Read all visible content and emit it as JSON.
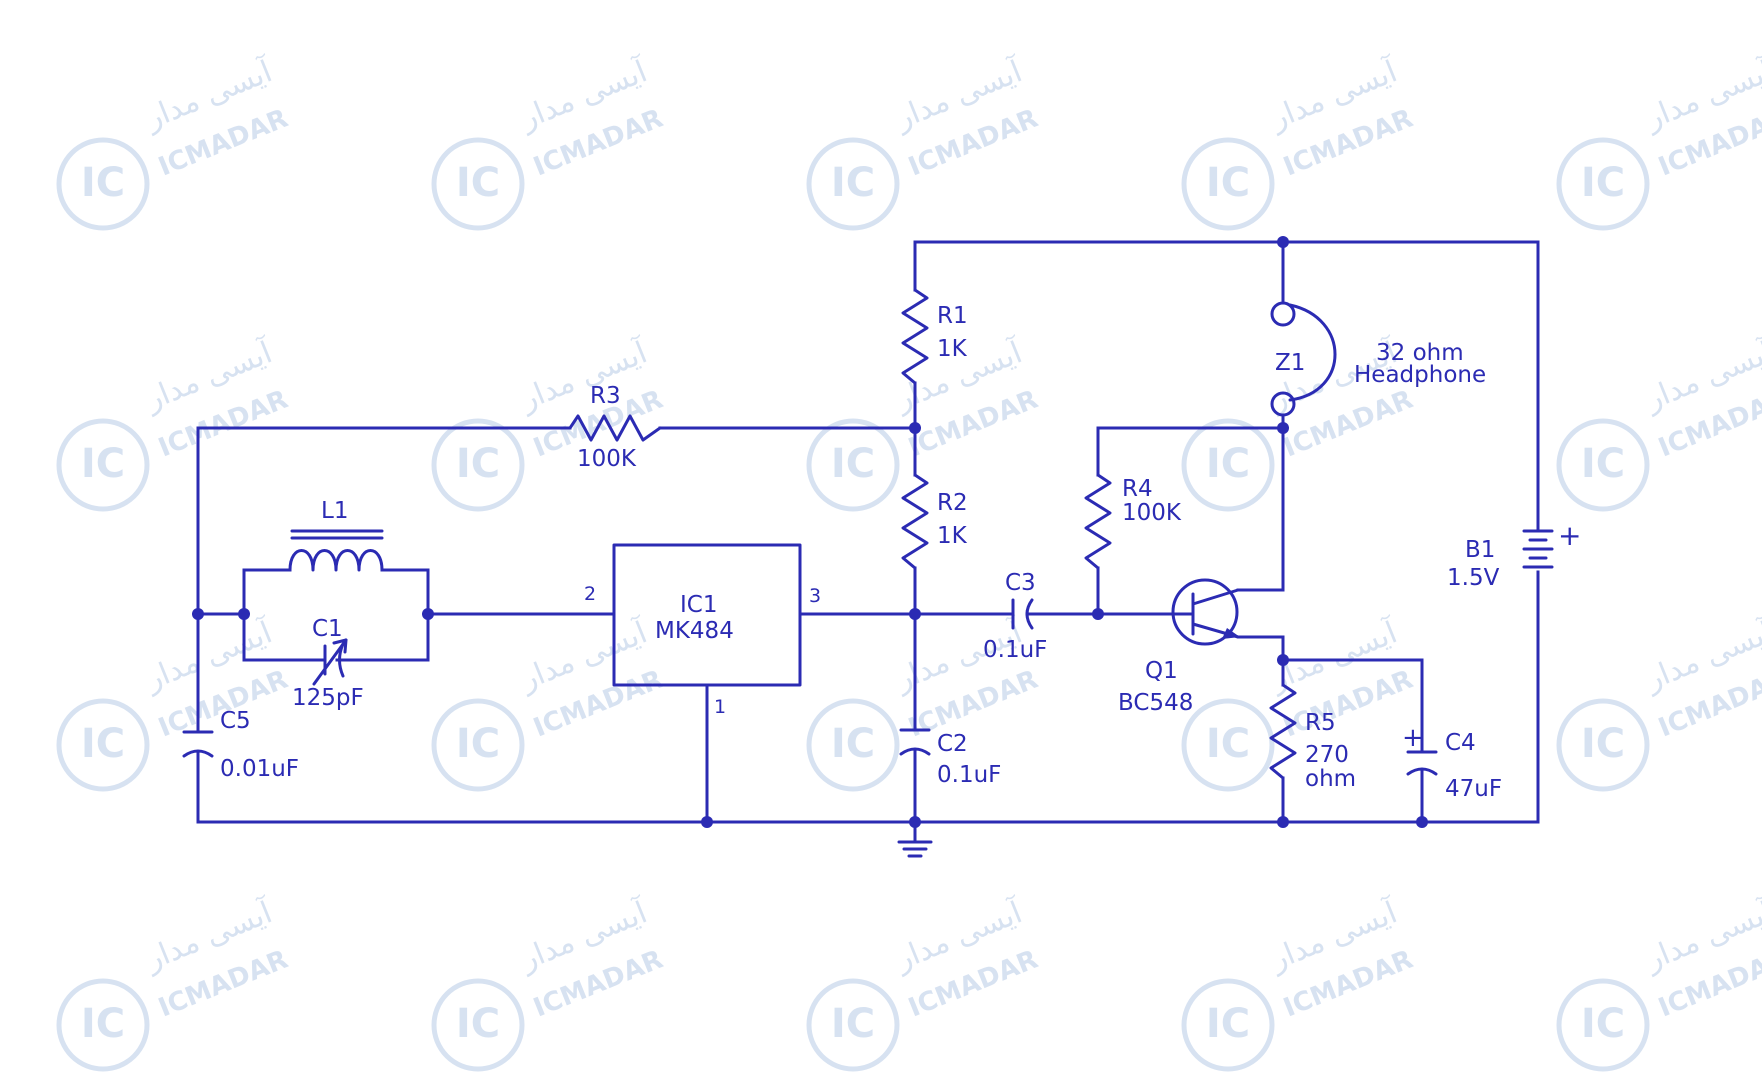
{
  "colors": {
    "wire": "#2b2bb3",
    "background": "#ffffff",
    "watermark": "#d7e2f1"
  },
  "watermark": {
    "logo_text": "IC",
    "logo_subtext": "MADAR",
    "brand": "ICMADAR",
    "brand_fa": "آیسی مدار"
  },
  "components": {
    "r1": {
      "ref": "R1",
      "value": "1K"
    },
    "r2": {
      "ref": "R2",
      "value": "1K"
    },
    "r3": {
      "ref": "R3",
      "value": "100K"
    },
    "r4": {
      "ref": "R4",
      "value": "100K"
    },
    "r5": {
      "ref": "R5",
      "value_line1": "270",
      "value_line2": "ohm"
    },
    "l1": {
      "ref": "L1"
    },
    "c1": {
      "ref": "C1",
      "value": "125pF"
    },
    "c2": {
      "ref": "C2",
      "value": "0.1uF"
    },
    "c3": {
      "ref": "C3",
      "value": "0.1uF"
    },
    "c4": {
      "ref": "C4",
      "value": "47uF"
    },
    "c5": {
      "ref": "C5",
      "value": "0.01uF"
    },
    "ic1": {
      "ref": "IC1",
      "value": "MK484",
      "pin_in": "2",
      "pin_out": "3",
      "pin_gnd": "1"
    },
    "q1": {
      "ref": "Q1",
      "value": "BC548"
    },
    "z1": {
      "ref": "Z1",
      "value_line1": "32 ohm",
      "value_line2": "Headphone"
    },
    "b1": {
      "ref": "B1",
      "value": "1.5V",
      "polarity": "+"
    },
    "c4_polarity": "+"
  }
}
